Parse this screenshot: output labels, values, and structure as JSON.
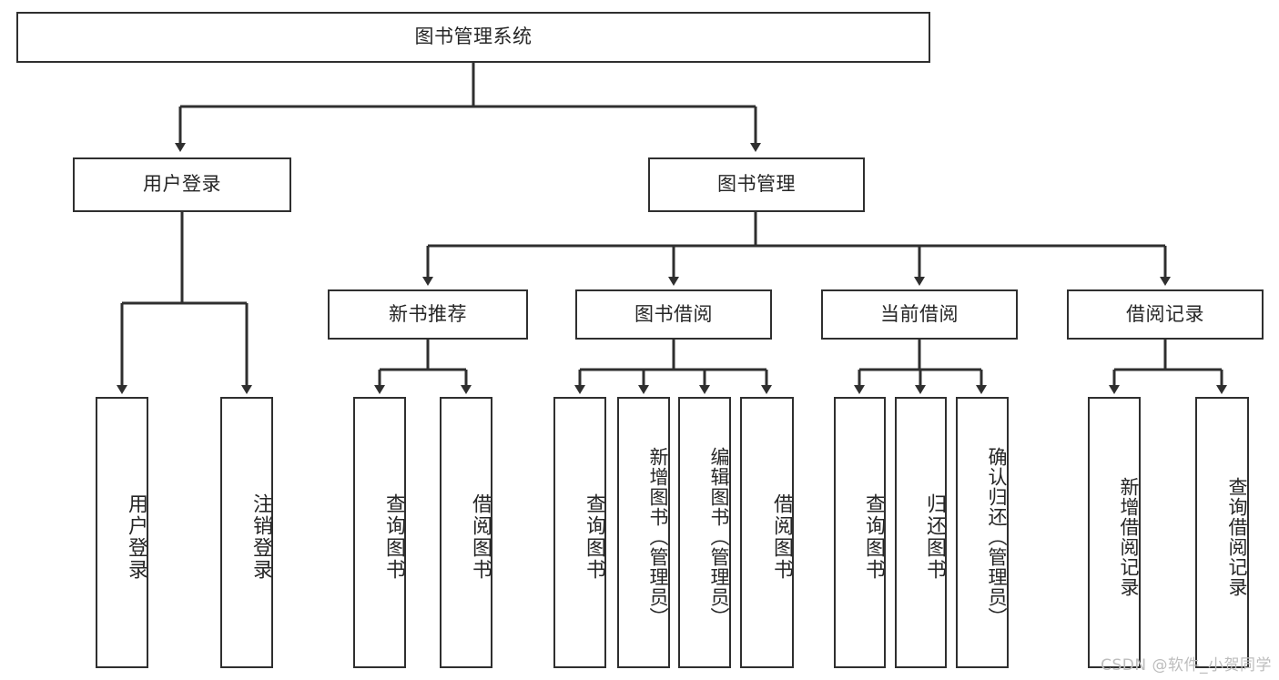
{
  "diagram": {
    "title": "图书管理系统",
    "watermark": "CSDN @软件_小贺同学",
    "line_color": "#2f2f2f",
    "box_fill": "#ffffff",
    "text_color": "#262626",
    "watermark_color": "#bdbdbd",
    "root": {
      "label": "图书管理系统"
    },
    "level2": [
      {
        "label": "用户登录"
      },
      {
        "label": "图书管理"
      }
    ],
    "level3": [
      {
        "label": "新书推荐"
      },
      {
        "label": "图书借阅"
      },
      {
        "label": "当前借阅"
      },
      {
        "label": "借阅记录"
      }
    ],
    "leaves": {
      "user_login": [
        {
          "label": "用户登录"
        },
        {
          "label": "注销登录"
        }
      ],
      "new_book_recommend": [
        {
          "label": "查询图书"
        },
        {
          "label": "借阅图书"
        }
      ],
      "book_borrow": [
        {
          "label": "查询图书"
        },
        {
          "label": "新增图书（管理员）"
        },
        {
          "label": "编辑图书（管理员）"
        },
        {
          "label": "借阅图书"
        }
      ],
      "current_borrow": [
        {
          "label": "查询图书"
        },
        {
          "label": "归还图书"
        },
        {
          "label": "确认归还（管理员）"
        }
      ],
      "borrow_record": [
        {
          "label": "新增借阅记录"
        },
        {
          "label": "查询借阅记录"
        }
      ]
    }
  }
}
